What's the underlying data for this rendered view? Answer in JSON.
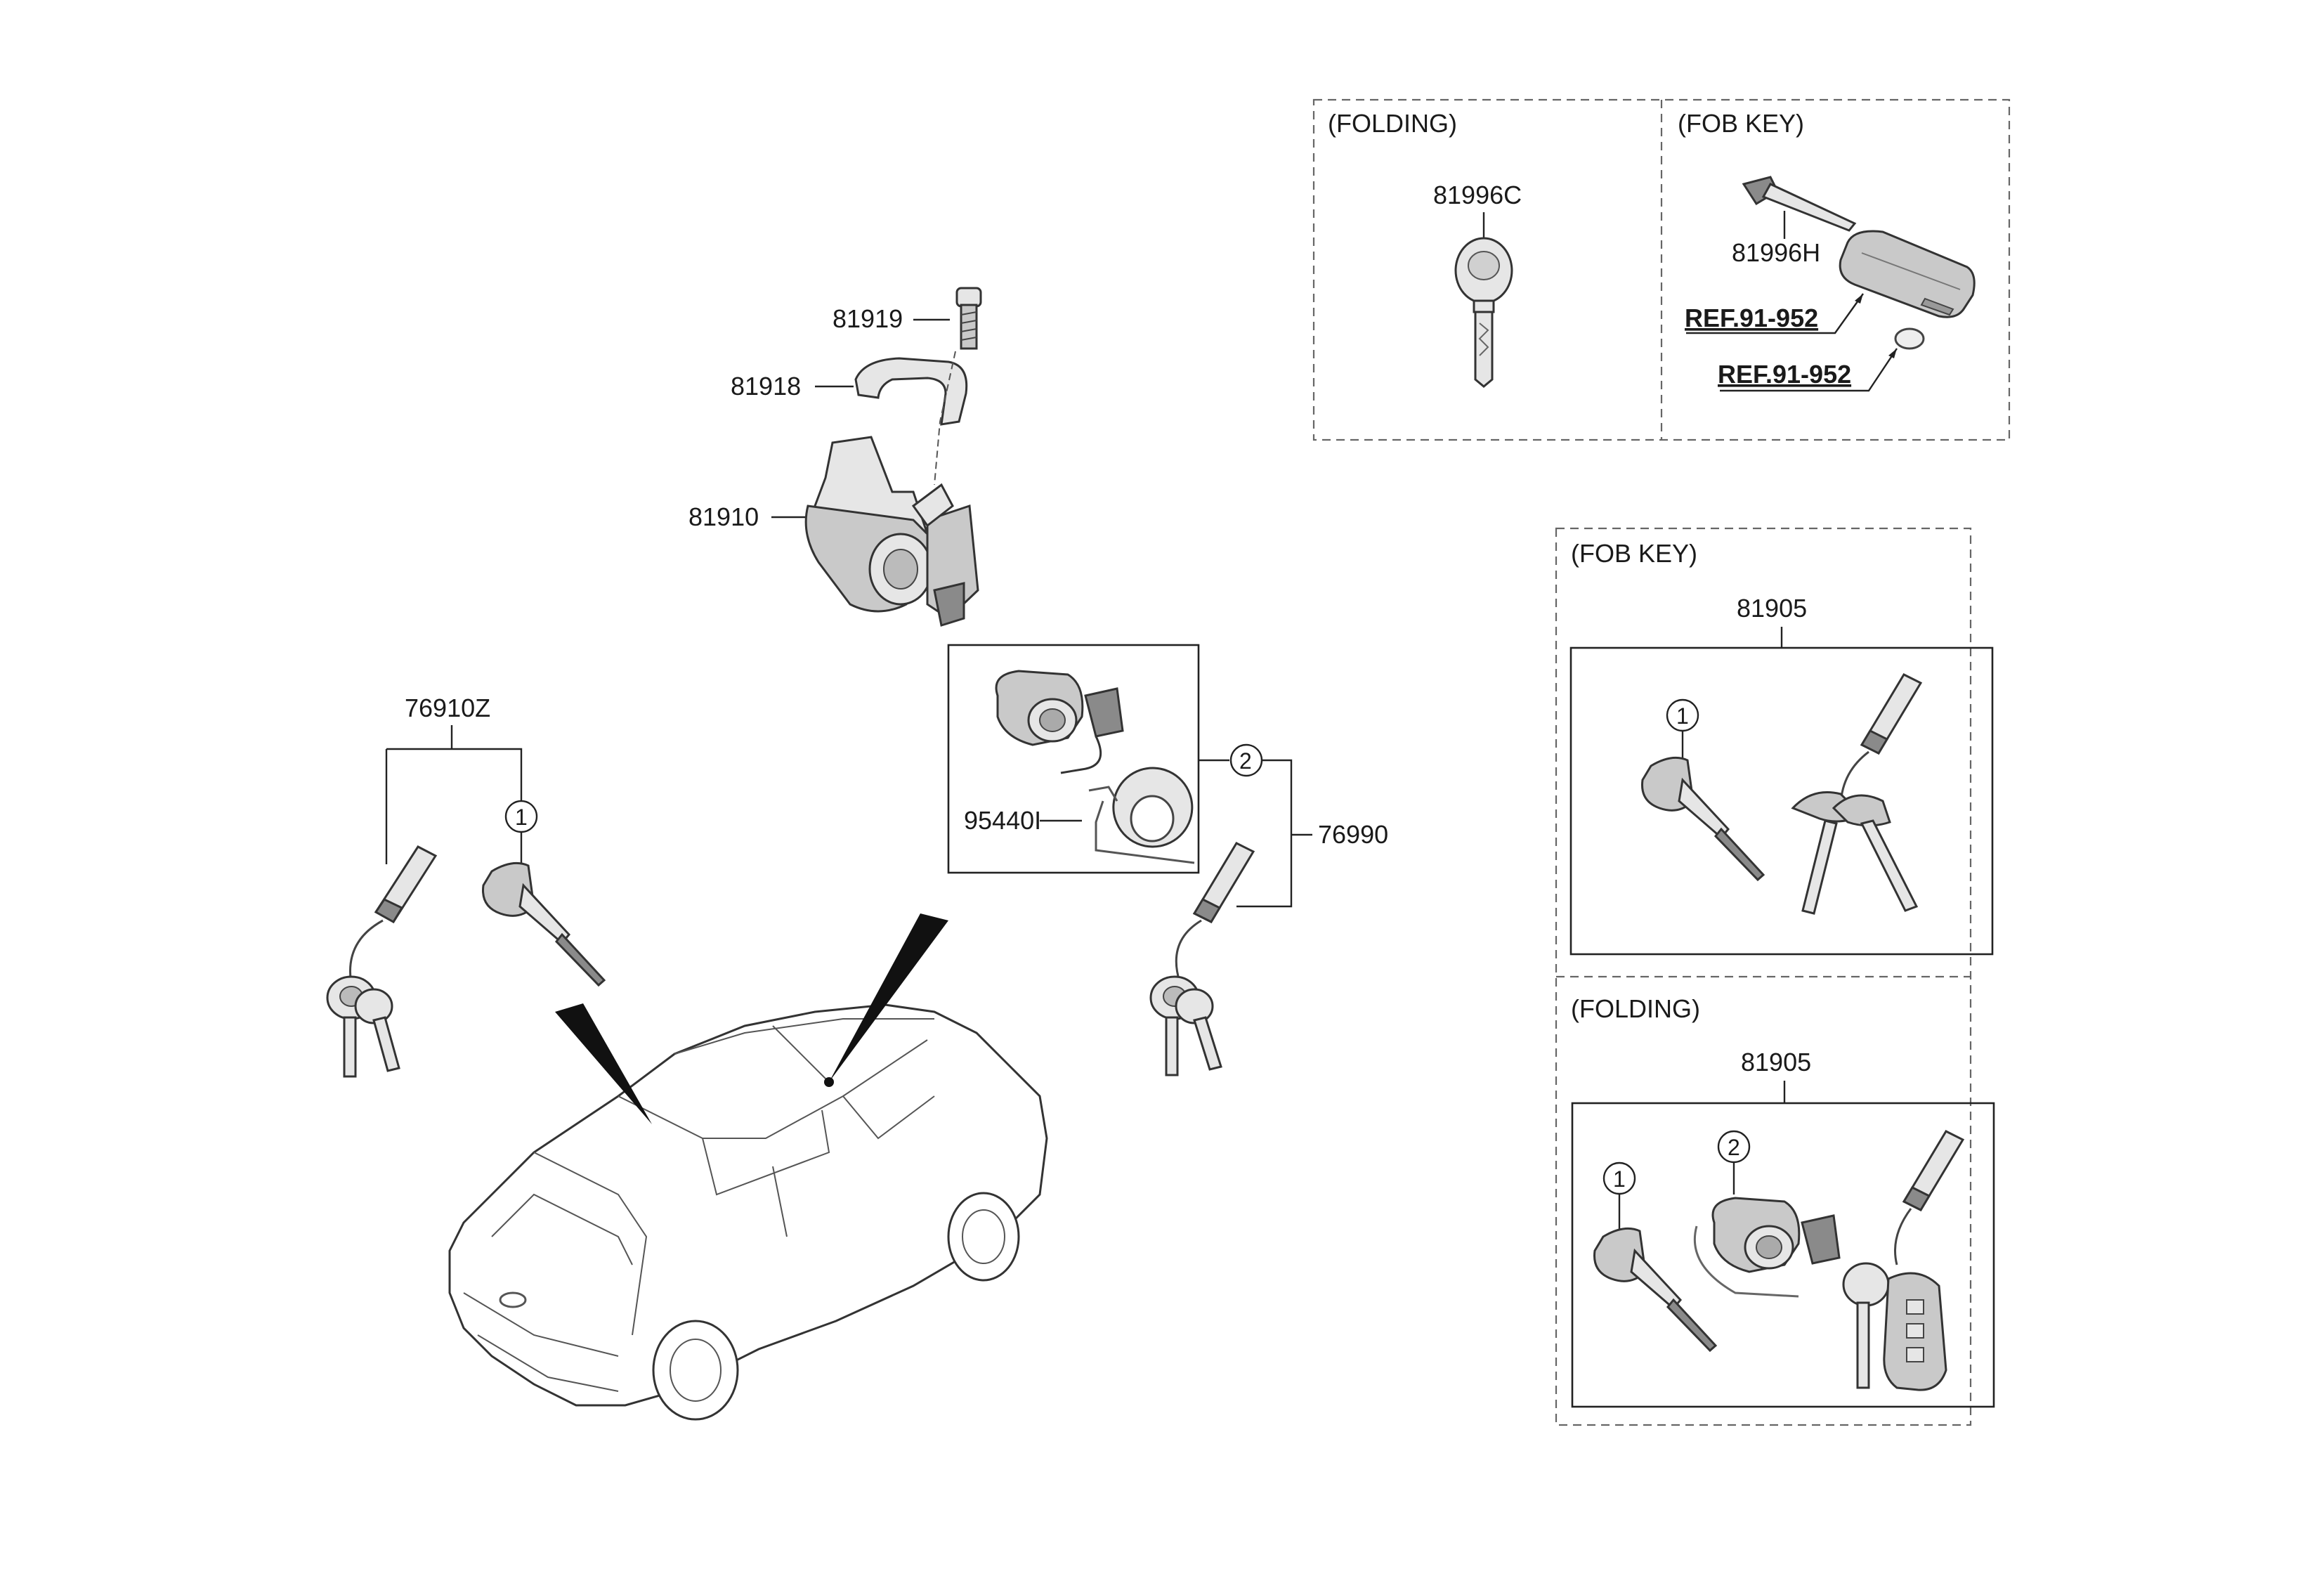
{
  "labels": {
    "p81919": "81919",
    "p81918": "81918",
    "p81910": "81910",
    "p76910z": "76910Z",
    "p95440i": "95440I",
    "p76990": "76990",
    "p81996c": "81996C",
    "p81996h": "81996H",
    "ref1": "REF.91-952",
    "ref2": "REF.91-952",
    "p81905_fob": "81905",
    "p81905_fold": "81905"
  },
  "sections": {
    "top_left_title": "(FOLDING)",
    "top_right_title": "(FOB KEY)",
    "right_fob_title": "(FOB KEY)",
    "right_fold_title": "(FOLDING)"
  },
  "callouts": {
    "one_a": "1",
    "one_b": "1",
    "one_c": "1",
    "two_a": "2",
    "two_b": "2"
  }
}
